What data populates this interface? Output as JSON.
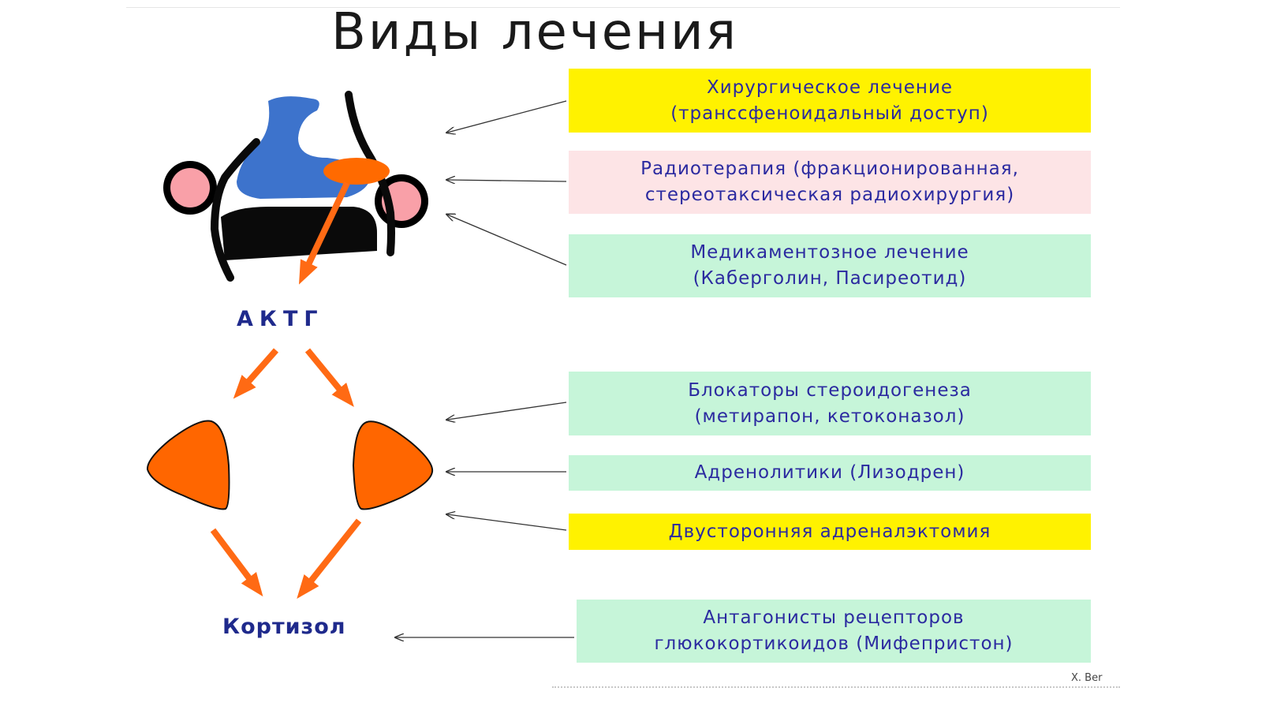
{
  "slide": {
    "title": "Виды лечения",
    "labels": {
      "actg": "АКТГ",
      "cortisol": "Кортизол"
    },
    "credit": "X. Ber",
    "treatments": [
      {
        "id": "surgery",
        "text": "Хирургическое лечение\n(транссфеноидальный доступ)",
        "color": "#fff200"
      },
      {
        "id": "radiotherapy",
        "text": "Радиотерапия (фракционированная,\nстереотаксическая радиохирургия)",
        "color": "#fde4e6"
      },
      {
        "id": "medication",
        "text": "Медикаментозное лечение\n(Каберголин, Пасиреотид)",
        "color": "#c6f5d9"
      },
      {
        "id": "steroid-blockers",
        "text": "Блокаторы стероидогенеза\n(метирапон, кетоконазол)",
        "color": "#c6f5d9"
      },
      {
        "id": "adrenolytics",
        "text": "Адренолитики (Лизодрен)",
        "color": "#c6f5d9"
      },
      {
        "id": "adrenalectomy",
        "text": "Двусторонняя адреналэктомия",
        "color": "#fff200"
      },
      {
        "id": "gc-antagonists",
        "text": "Антагонисты рецепторов\nглюкокортикоидов (Мифепристон)",
        "color": "#c6f5d9"
      }
    ],
    "colors": {
      "pituitary": "#3d73cc",
      "tumor": "#ff6a00",
      "arrow": "#ff6a14",
      "adrenal": "#ff6600",
      "carotid": "#f9a0a8",
      "text": "#2b2aa0"
    }
  }
}
